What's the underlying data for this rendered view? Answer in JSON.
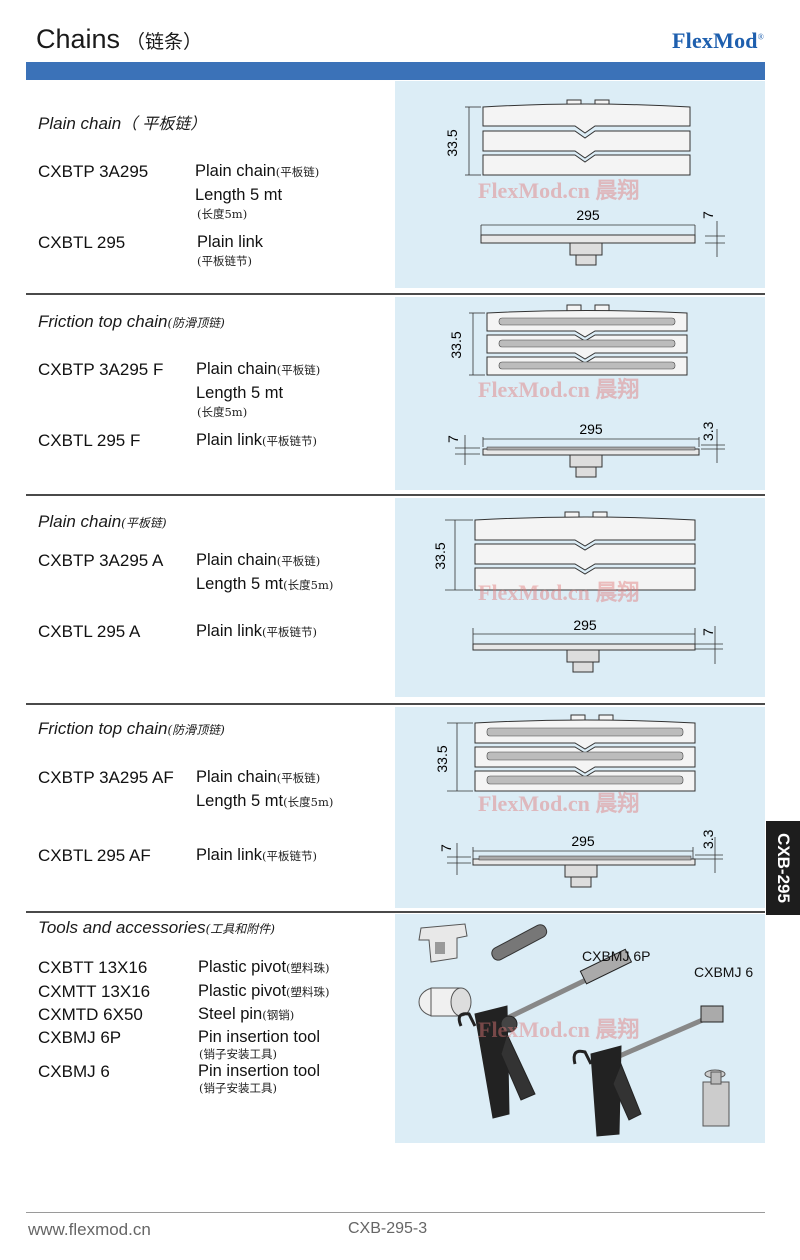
{
  "header": {
    "title": "Chains",
    "title_cn": "（链条）",
    "logo": "FlexMod",
    "logo_mark": "®"
  },
  "watermark": "FlexMod.cn 晨翔",
  "sections": [
    {
      "title": "Plain chain",
      "title_cn": "（ 平板链）",
      "rows": [
        {
          "code": "CXBTP 3A295",
          "desc": "Plain chain",
          "desc_cn": "(平板链)",
          "line2": "Length 5 mt",
          "line2_cn": "",
          "sub": "(长度5m)"
        },
        {
          "code": "CXBTL 295",
          "desc": "Plain link",
          "desc_cn": "",
          "sub": "(平板链节)"
        }
      ],
      "dims": {
        "height": "33.5",
        "width": "295",
        "thick": "7"
      }
    },
    {
      "title": "Friction top chain",
      "title_cn": "(防滑顶链)",
      "rows": [
        {
          "code": "CXBTP 3A295 F",
          "desc": "Plain chain",
          "desc_cn": "(平板链)",
          "line2": "Length 5 mt",
          "sub": "(长度5m)"
        },
        {
          "code": "CXBTL 295 F",
          "desc": "Plain link",
          "desc_cn": "(平板链节)"
        }
      ],
      "dims": {
        "height": "33.5",
        "width": "295",
        "thick": "7",
        "top": "3.3"
      }
    },
    {
      "title": "Plain chain",
      "title_cn": "(平板链)",
      "rows": [
        {
          "code": "CXBTP 3A295 A",
          "desc": "Plain chain",
          "desc_cn": "(平板链)",
          "line2": "Length 5 mt",
          "line2_cn": "(长度5m)"
        },
        {
          "code": "CXBTL 295 A",
          "desc": "Plain link",
          "desc_cn": "(平板链节)"
        }
      ],
      "dims": {
        "height": "33.5",
        "width": "295",
        "thick": "7"
      }
    },
    {
      "title": "Friction top chain",
      "title_cn": "(防滑顶链)",
      "rows": [
        {
          "code": "CXBTP 3A295 AF",
          "desc": "Plain chain",
          "desc_cn": "(平板链)",
          "line2": "Length 5 mt",
          "line2_cn": "(长度5m)"
        },
        {
          "code": "CXBTL 295 AF",
          "desc": "Plain link",
          "desc_cn": "(平板链节)"
        }
      ],
      "dims": {
        "height": "33.5",
        "width": "295",
        "thick": "7",
        "top": "3.3"
      }
    },
    {
      "title": "Tools and accessories",
      "title_cn": "(工具和附件)",
      "rows": [
        {
          "code": "CXBTT 13X16",
          "desc": "Plastic pivot",
          "desc_cn": "(塑料珠)"
        },
        {
          "code": "CXMTT 13X16",
          "desc": "Plastic pivot",
          "desc_cn": "(塑料珠)"
        },
        {
          "code": "CXMTD 6X50",
          "desc": "Steel pin",
          "desc_cn": "(钢销)"
        },
        {
          "code": "CXBMJ 6P",
          "desc": "Pin insertion tool",
          "sub": "(销子安装工具)"
        },
        {
          "code": "CXBMJ 6",
          "desc": "Pin insertion tool",
          "sub": "(销子安装工具)"
        }
      ],
      "image_labels": [
        "CXBMJ 6P",
        "CXBMJ 6"
      ]
    }
  ],
  "side_tab": "CXB-295",
  "footer": {
    "url": "www.flexmod.cn",
    "page": "CXB-295-3"
  }
}
